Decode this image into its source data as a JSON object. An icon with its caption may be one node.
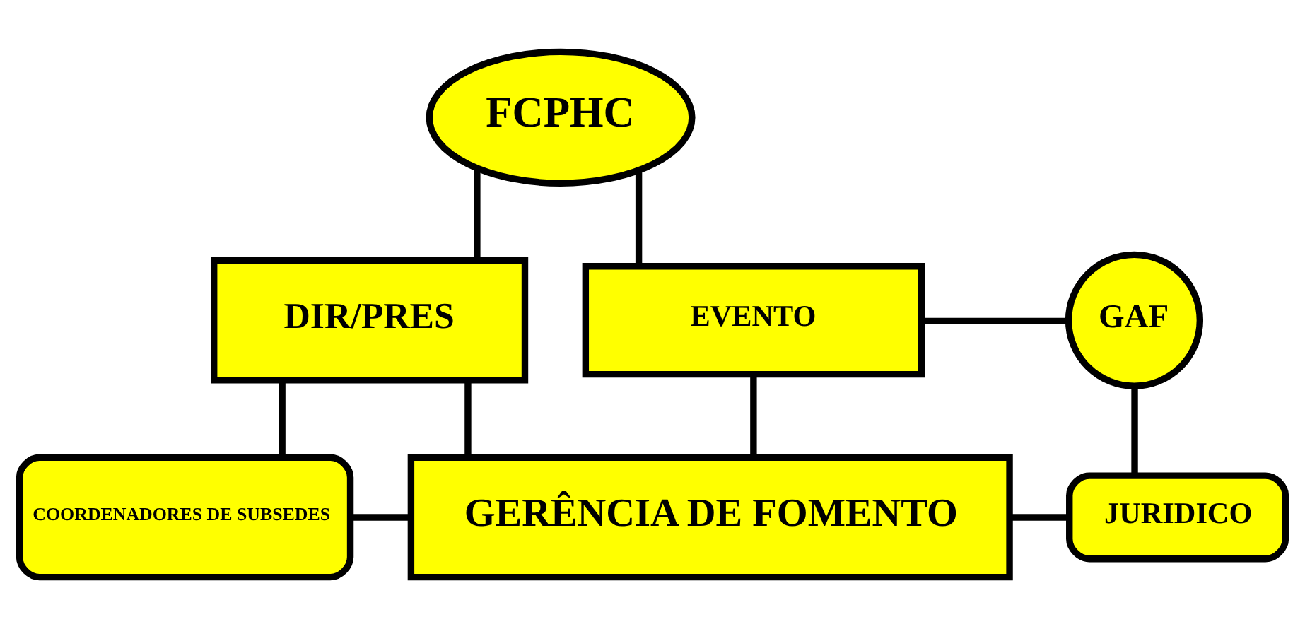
{
  "diagram": {
    "nodes": [
      {
        "text": [
          "FCPHC"
        ]
      },
      {
        "text": [
          "DIR/PRES"
        ]
      },
      {
        "text": [
          "EVENTO"
        ]
      },
      {
        "text": [
          "GAF"
        ]
      },
      {
        "text": [
          "COORDENADORES DE SUBSEDES"
        ]
      },
      {
        "text": [
          "GERÊNCIA DE FOMENTO"
        ]
      },
      {
        "text": [
          "JURIDICO"
        ]
      }
    ],
    "edges": [
      {
        "from": 0,
        "to": 1,
        "arrow": "none"
      },
      {
        "from": 0,
        "to": 2,
        "arrow": "none"
      },
      {
        "from": 1,
        "to": 4,
        "arrow": "none"
      },
      {
        "from": 1,
        "to": 5,
        "arrow": "none"
      },
      {
        "from": 2,
        "to": 5,
        "arrow": "none"
      },
      {
        "from": 2,
        "to": 3,
        "arrow": "none"
      },
      {
        "from": 4,
        "to": 5,
        "arrow": "none"
      },
      {
        "from": 5,
        "to": 6,
        "arrow": "none"
      },
      {
        "from": 3,
        "to": 6,
        "arrow": "none"
      }
    ]
  }
}
